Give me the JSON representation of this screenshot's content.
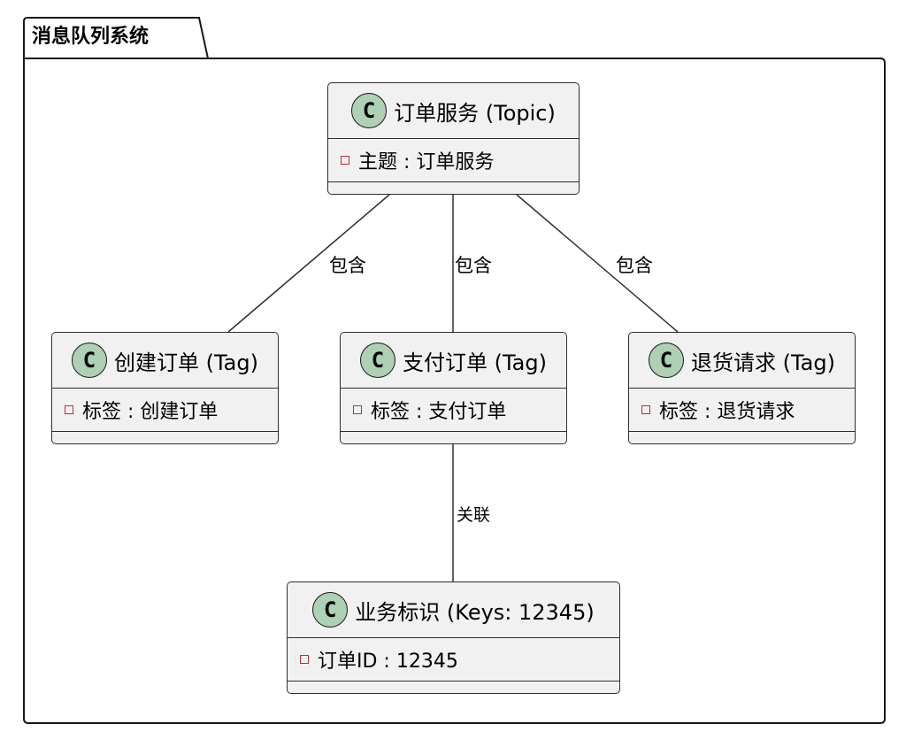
{
  "package": {
    "title": "消息队列系统"
  },
  "classes": {
    "topic": {
      "name": "订单服务 (Topic)",
      "stereotype_letter": "C",
      "attr": "主题 : 订单服务"
    },
    "tag1": {
      "name": "创建订单 (Tag)",
      "stereotype_letter": "C",
      "attr": "标签 : 创建订单"
    },
    "tag2": {
      "name": "支付订单 (Tag)",
      "stereotype_letter": "C",
      "attr": "标签 : 支付订单"
    },
    "tag3": {
      "name": "退货请求 (Tag)",
      "stereotype_letter": "C",
      "attr": "标签 : 退货请求"
    },
    "keys": {
      "name": "业务标识 (Keys: 12345)",
      "stereotype_letter": "C",
      "attr": "订单ID : 12345"
    }
  },
  "edges": {
    "topic_tag1": "包含",
    "topic_tag2": "包含",
    "topic_tag3": "包含",
    "tag2_keys": "关联"
  },
  "colors": {
    "class_fill": "#f1f1f1",
    "class_circle": "#add1b2",
    "private_marker": "#c82930",
    "line": "#2e2e2e"
  }
}
